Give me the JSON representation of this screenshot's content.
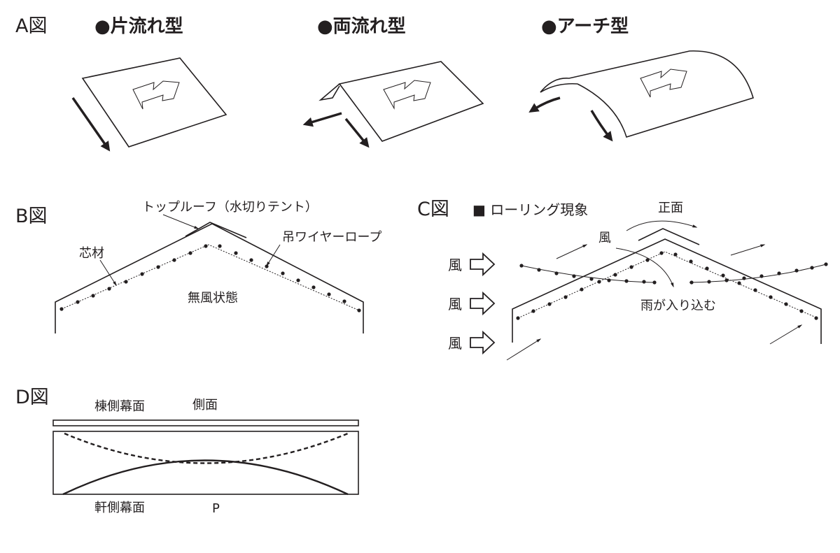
{
  "figA": {
    "label": "A図",
    "types": [
      {
        "name": "●片流れ型"
      },
      {
        "name": "●両流れ型"
      },
      {
        "name": "●アーチ型"
      }
    ]
  },
  "figB": {
    "label": "B図",
    "top_roof": "トップルーフ（水切りテント）",
    "core": "芯材",
    "wire": "吊ワイヤーロープ",
    "state": "無風状態"
  },
  "figC": {
    "label": "C図",
    "title": "■ ローリング現象",
    "front": "正面",
    "wind_top": "風",
    "wind_side": [
      "風",
      "風",
      "風"
    ],
    "rain": "雨が入り込む"
  },
  "figD": {
    "label": "D図",
    "ridge_side": "棟側幕面",
    "side": "側面",
    "eave_side": "軒側幕面",
    "p": "P"
  }
}
